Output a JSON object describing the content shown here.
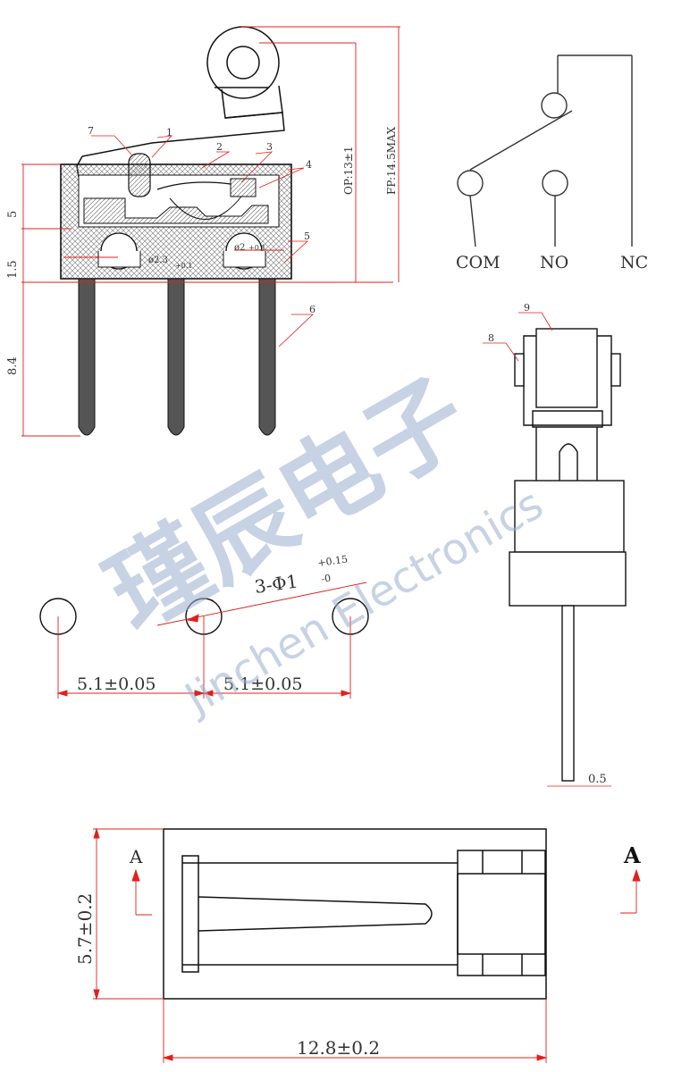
{
  "colors": {
    "outline": "#111111",
    "dimension": "#e0201c",
    "pin": "#555555",
    "hatch": "#777777",
    "text": "#333333",
    "watermark": "#9aaed0"
  },
  "dims": {
    "op": "OP:13±1",
    "fp": "FP:14.5MAX",
    "h5": "5",
    "h15": "1.5",
    "h84": "8.4",
    "hole_small": "ø2.3",
    "hole_small_tol": "+0.1",
    "hole_small_b": "ø2",
    "hole_small_b_tol": "+0.1",
    "holes": "3-Φ1",
    "holes_tol_up": "+0.15",
    "holes_tol_dn": "-0",
    "pitch1": "5.1±0.05",
    "pitch2": "5.1±0.05",
    "pin_w": "0.5",
    "width": "5.7±0.2",
    "length": "12.8±0.2"
  },
  "callouts": [
    "1",
    "2",
    "3",
    "4",
    "5",
    "6",
    "7",
    "8",
    "9"
  ],
  "terminals": {
    "com": "COM",
    "no": "NO",
    "nc": "NC"
  },
  "section": {
    "left": "A",
    "right": "A"
  },
  "watermark": {
    "cn": "瑾辰电子",
    "en": "Jinchen Electronics"
  }
}
